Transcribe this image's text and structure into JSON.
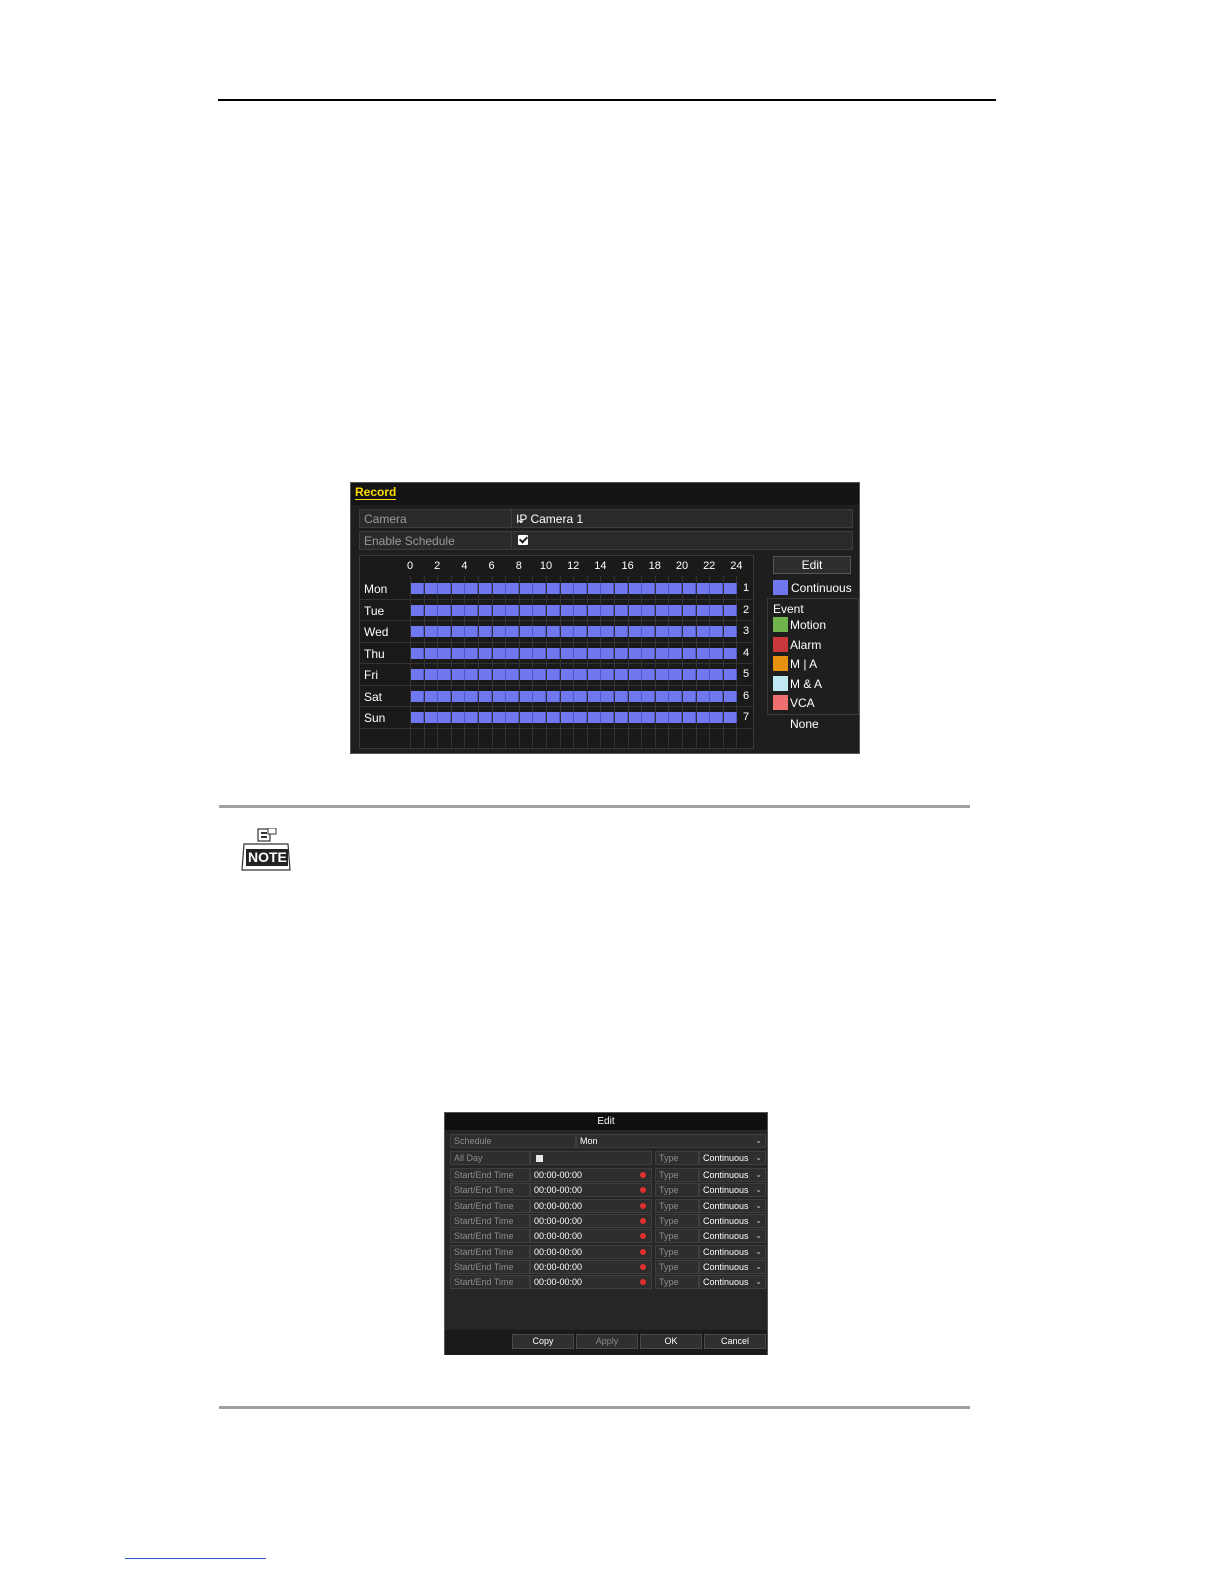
{
  "record": {
    "title": "Record",
    "camera_label": "Camera",
    "camera_value": "IP Camera 1",
    "enable_schedule_label": "Enable Schedule",
    "enable_schedule_checked": true,
    "hours": [
      "0",
      "2",
      "4",
      "6",
      "8",
      "10",
      "12",
      "14",
      "16",
      "18",
      "20",
      "22",
      "24"
    ],
    "days": [
      {
        "label": "Mon",
        "num": "1"
      },
      {
        "label": "Tue",
        "num": "2"
      },
      {
        "label": "Wed",
        "num": "3"
      },
      {
        "label": "Thu",
        "num": "4"
      },
      {
        "label": "Fri",
        "num": "5"
      },
      {
        "label": "Sat",
        "num": "6"
      },
      {
        "label": "Sun",
        "num": "7"
      }
    ],
    "schedule_type_all_days": "Continuous",
    "edit_label": "Edit",
    "legend": {
      "continuous": {
        "label": "Continuous",
        "color": "#6f78ee"
      },
      "event_heading": "Event",
      "events": [
        {
          "label": "Motion",
          "color": "#6fb34a"
        },
        {
          "label": "Alarm",
          "color": "#c8393b"
        },
        {
          "label": "M | A",
          "color": "#e8900f"
        },
        {
          "label": "M & A",
          "color": "#bfe7f4"
        },
        {
          "label": "VCA",
          "color": "#f07072"
        }
      ],
      "none_label": "None"
    }
  },
  "edit_dialog": {
    "title": "Edit",
    "schedule_label": "Schedule",
    "schedule_value": "Mon",
    "all_day_label": "All Day",
    "type_label": "Type",
    "all_day_type": "Continuous",
    "slots": [
      {
        "label": "Start/End Time",
        "time": "00:00-00:00",
        "type_label": "Type",
        "type": "Continuous"
      },
      {
        "label": "Start/End Time",
        "time": "00:00-00:00",
        "type_label": "Type",
        "type": "Continuous"
      },
      {
        "label": "Start/End Time",
        "time": "00:00-00:00",
        "type_label": "Type",
        "type": "Continuous"
      },
      {
        "label": "Start/End Time",
        "time": "00:00-00:00",
        "type_label": "Type",
        "type": "Continuous"
      },
      {
        "label": "Start/End Time",
        "time": "00:00-00:00",
        "type_label": "Type",
        "type": "Continuous"
      },
      {
        "label": "Start/End Time",
        "time": "00:00-00:00",
        "type_label": "Type",
        "type": "Continuous"
      },
      {
        "label": "Start/End Time",
        "time": "00:00-00:00",
        "type_label": "Type",
        "type": "Continuous"
      },
      {
        "label": "Start/End Time",
        "time": "00:00-00:00",
        "type_label": "Type",
        "type": "Continuous"
      }
    ],
    "buttons": {
      "copy": "Copy",
      "apply": "Apply",
      "ok": "OK",
      "cancel": "Cancel"
    }
  },
  "note_icon": {
    "label": "NOTE"
  }
}
